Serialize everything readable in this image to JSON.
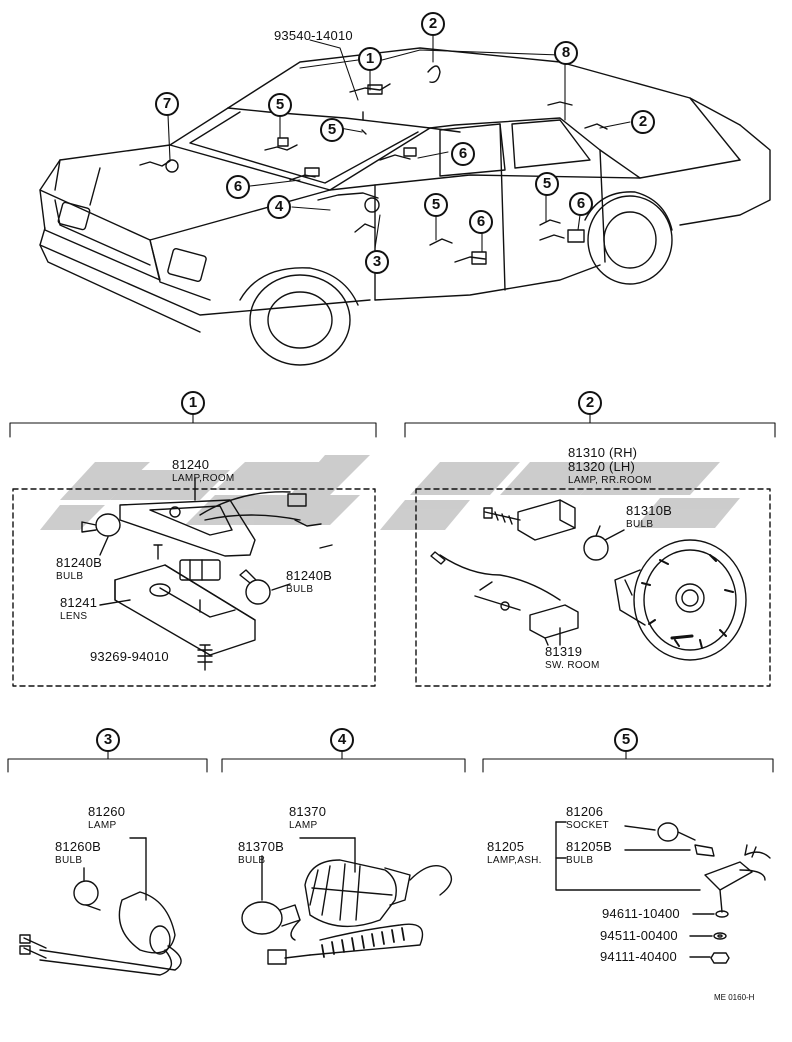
{
  "car": {
    "callouts": [
      "1",
      "2",
      "3",
      "4",
      "5",
      "6",
      "7",
      "8"
    ],
    "part_top": "93540-14010"
  },
  "section_1": {
    "num": "1",
    "lamp_no": "81240",
    "lamp_name": "LAMP,ROOM",
    "bulb_a_no": "81240B",
    "bulb_a_name": "BULB",
    "bulb_b_no": "81240B",
    "bulb_b_name": "BULB",
    "lens_no": "81241",
    "lens_name": "LENS",
    "screw_no": "93269-94010"
  },
  "section_2": {
    "num": "2",
    "lamp_rh": "81310 (RH)",
    "lamp_lh": "81320 (LH)",
    "lamp_name": "LAMP, RR.ROOM",
    "bulb_no": "81310B",
    "bulb_name": "BULB",
    "switch_no": "81319",
    "switch_name": "SW. ROOM"
  },
  "section_3": {
    "num": "3",
    "lamp_no": "81260",
    "lamp_name": "LAMP",
    "bulb_no": "81260B",
    "bulb_name": "BULB"
  },
  "section_4": {
    "num": "4",
    "lamp_no": "81370",
    "lamp_name": "LAMP",
    "bulb_no": "81370B",
    "bulb_name": "BULB"
  },
  "section_5": {
    "num": "5",
    "socket_no": "81206",
    "socket_name": "SOCKET",
    "lamp_no": "81205",
    "lamp_name": "LAMP,ASH.",
    "bulb_no": "81205B",
    "bulb_name": "BULB",
    "part_a": "94611-10400",
    "part_b": "94511-00400",
    "part_c": "94111-40400"
  },
  "footer_code": "ME 0160-H",
  "colors": {
    "line": "#111111",
    "watermark": "#bfbfbf"
  }
}
